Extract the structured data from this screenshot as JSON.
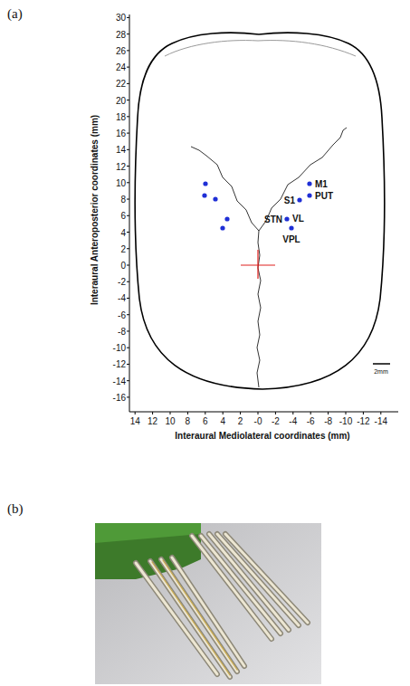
{
  "diagram": {
    "labels": [
      "(a)",
      "30",
      "28",
      "26",
      "24",
      "22",
      "20",
      "18",
      "16",
      "14",
      "12",
      "10",
      "8",
      "6",
      "4",
      "2",
      "0",
      "-2",
      "-4",
      "-6",
      "-8",
      "-10",
      "-12",
      "-14",
      "-16",
      "14",
      "12",
      "10",
      "8",
      "6",
      "4",
      "2",
      "-0",
      "-2",
      "-4",
      "-6",
      "-8",
      "-10",
      "-12",
      "-14",
      "Interaural Anteroposterior coordinates (mm)",
      "Interaural Mediolateral coordinates (mm)",
      "M1",
      "PUT",
      "S1",
      "STN",
      "VL",
      "VPL",
      "2mm",
      "(b)"
    ]
  }
}
